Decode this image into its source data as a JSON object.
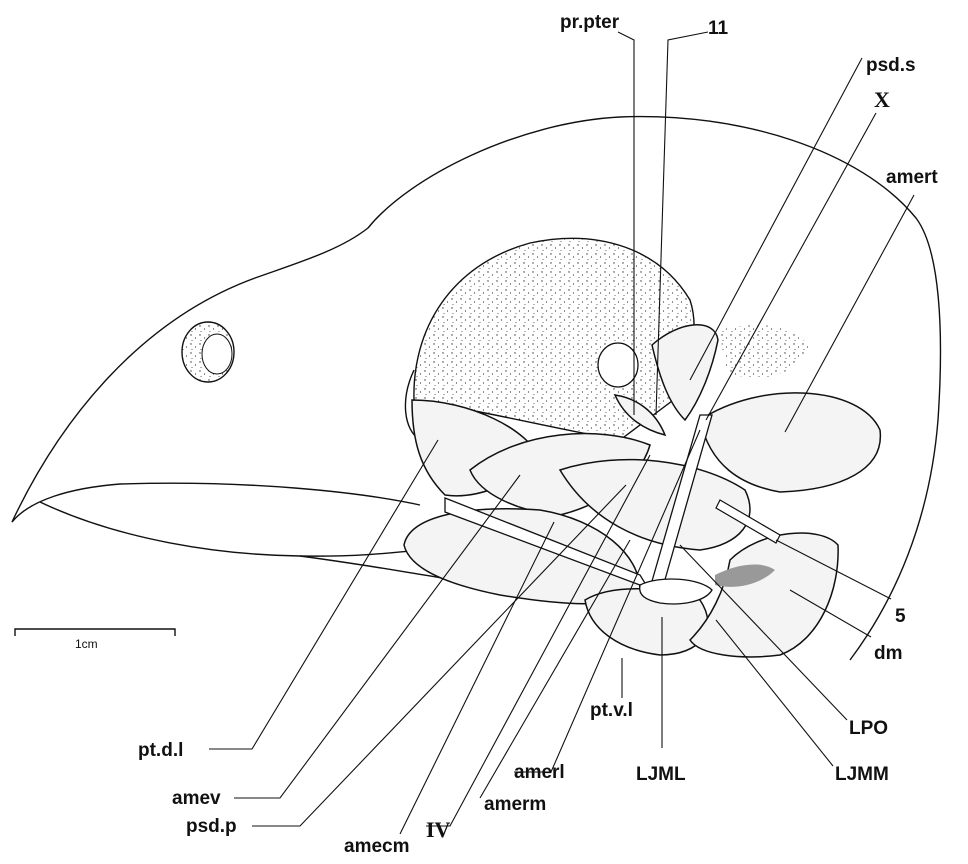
{
  "figure": {
    "scale_bar_label": "1cm",
    "labels": {
      "pr_pter": "pr.pter",
      "eleven": "11",
      "psd_s": "psd.s",
      "x": "X",
      "amert": "amert",
      "five": "5",
      "dm": "dm",
      "lpo": "LPO",
      "ljmm": "LJMM",
      "ljml": "LJML",
      "pt_v_l": "pt.v.l",
      "amerl": "amerl",
      "amerm": "amerm",
      "iv": "IV",
      "amecm": "amecm",
      "psd_p": "psd.p",
      "amev": "amev",
      "pt_d_l": "pt.d.l"
    }
  }
}
